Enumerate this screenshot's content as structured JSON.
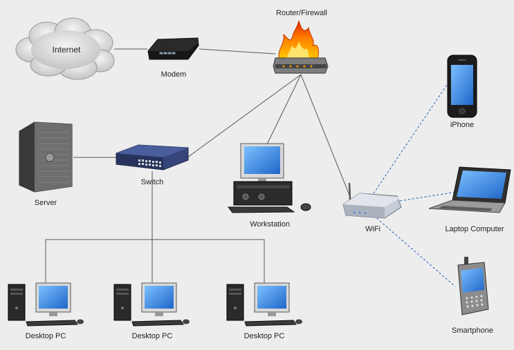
{
  "diagram": {
    "nodes": {
      "internet": {
        "label": "Internet",
        "icon": "cloud-icon"
      },
      "modem": {
        "label": "Modem",
        "icon": "modem-icon"
      },
      "router": {
        "label": "Router/Firewall",
        "icon": "firewall-icon"
      },
      "iphone": {
        "label": "iPhone",
        "icon": "iphone-icon"
      },
      "server": {
        "label": "Server",
        "icon": "server-icon"
      },
      "switch": {
        "label": "Switch",
        "icon": "switch-icon"
      },
      "workstation": {
        "label": "Workstation",
        "icon": "workstation-icon"
      },
      "wifi": {
        "label": "WiFi",
        "icon": "wifi-router-icon"
      },
      "laptop": {
        "label": "Laptop Computer",
        "icon": "laptop-icon"
      },
      "pc1": {
        "label": "Desktop PC",
        "icon": "desktop-pc-icon"
      },
      "pc2": {
        "label": "Desktop PC",
        "icon": "desktop-pc-icon"
      },
      "pc3": {
        "label": "Desktop PC",
        "icon": "desktop-pc-icon"
      },
      "smartphone": {
        "label": "Smartphone",
        "icon": "smartphone-icon"
      }
    },
    "links": [
      {
        "from": "internet",
        "to": "modem",
        "type": "wired"
      },
      {
        "from": "modem",
        "to": "router",
        "type": "wired"
      },
      {
        "from": "router",
        "to": "switch",
        "type": "wired"
      },
      {
        "from": "router",
        "to": "workstation",
        "type": "wired"
      },
      {
        "from": "router",
        "to": "wifi",
        "type": "wired"
      },
      {
        "from": "server",
        "to": "switch",
        "type": "wired"
      },
      {
        "from": "switch",
        "to": "pc1",
        "type": "wired"
      },
      {
        "from": "switch",
        "to": "pc2",
        "type": "wired"
      },
      {
        "from": "switch",
        "to": "pc3",
        "type": "wired"
      },
      {
        "from": "wifi",
        "to": "iphone",
        "type": "wireless"
      },
      {
        "from": "wifi",
        "to": "laptop",
        "type": "wireless"
      },
      {
        "from": "wifi",
        "to": "smartphone",
        "type": "wireless"
      }
    ],
    "colors": {
      "wired": "#555555",
      "wireless": "#3a6fc4",
      "screen": "#2f7fd8",
      "background": "#ededed"
    }
  }
}
